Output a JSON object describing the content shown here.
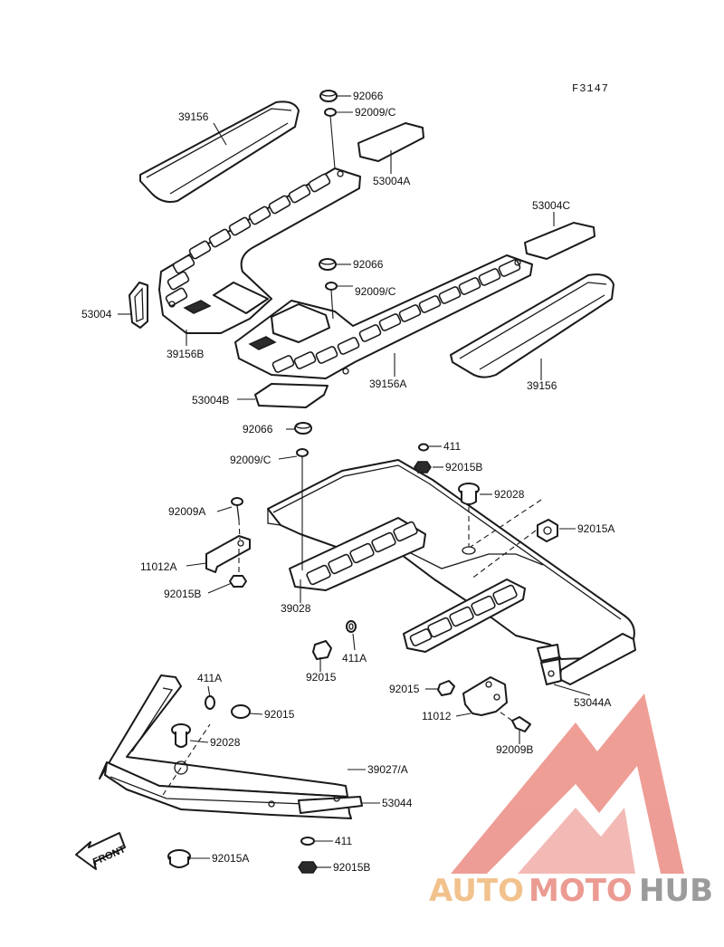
{
  "figure_code": "F3147",
  "direction_label": "FRONT",
  "watermark": {
    "brand_part1": "AUTO",
    "brand_part2": "MOTO",
    "brand_part3": "HUB",
    "color_primary": "#f0b87a",
    "color_secondary": "#e88a80",
    "color_tertiary": "#8a8a8a"
  },
  "labels": {
    "l01": "39156",
    "l02": "92066",
    "l03": "92009/C",
    "l04": "53004A",
    "l05": "53004C",
    "l06": "92066",
    "l07": "92009/C",
    "l08": "53004",
    "l09": "39156B",
    "l10": "39156A",
    "l11": "39156",
    "l12": "53004B",
    "l13": "92066",
    "l14": "411",
    "l15": "92009/C",
    "l16": "92015B",
    "l17": "92028",
    "l18": "92009A",
    "l19": "92015A",
    "l20": "11012A",
    "l21": "92015B",
    "l22": "39028",
    "l23": "411A",
    "l24": "92015",
    "l25": "53044A",
    "l26": "92015",
    "l27": "11012",
    "l28": "92009B",
    "l29": "411A",
    "l30": "92015",
    "l31": "92028",
    "l32": "39027/A",
    "l33": "53044",
    "l34": "411",
    "l35": "92015A",
    "l36": "92015B"
  }
}
